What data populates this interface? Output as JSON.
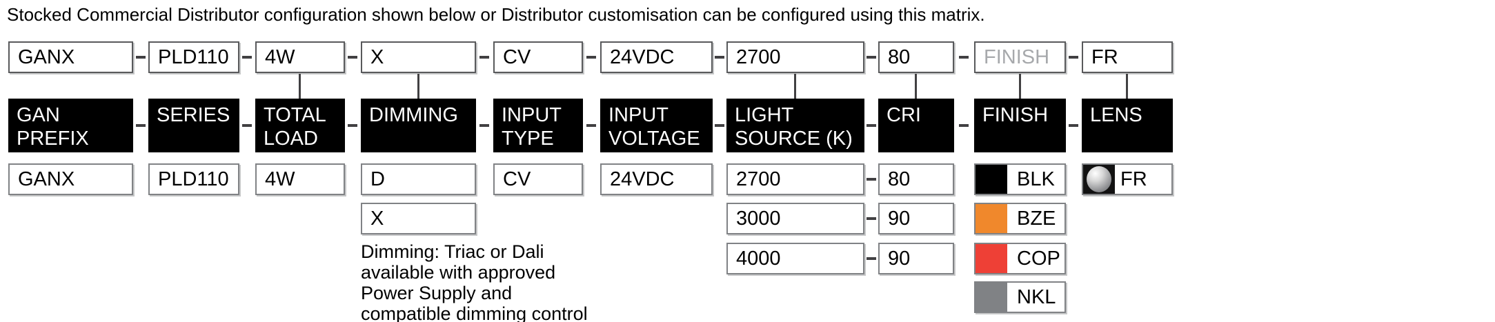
{
  "title": "Stocked Commercial Distributor configuration shown below or Distributor customisation can be configured using this matrix.",
  "config_row": {
    "gan_prefix": "GANX",
    "series": "PLD110",
    "total_load": "4W",
    "dimming": "X",
    "input_type": "CV",
    "input_voltage": "24VDC",
    "light_source": "2700",
    "cri": "80",
    "finish": "FINISH",
    "lens": "FR"
  },
  "headers": {
    "gan_prefix": "GAN PREFIX",
    "series": "SERIES",
    "total_load": "TOTAL LOAD",
    "dimming": "DIMMING",
    "input_type": "INPUT TYPE",
    "input_voltage": "INPUT VOLTAGE",
    "light_source": "LIGHT SOURCE (K)",
    "cri": "CRI",
    "finish": "FINISH",
    "lens": "LENS"
  },
  "options": {
    "gan_prefix": [
      "GANX"
    ],
    "series": [
      "PLD110"
    ],
    "total_load": [
      "4W"
    ],
    "dimming": [
      "D",
      "X"
    ],
    "dimming_note_lines": [
      "Dimming: Triac or Dali",
      "available with approved",
      "Power Supply and",
      "compatible dimming control"
    ],
    "input_type": [
      "CV"
    ],
    "input_voltage": [
      "24VDC"
    ],
    "light_source_cri_pairs": [
      {
        "kelvin": "2700",
        "cri": "80"
      },
      {
        "kelvin": "3000",
        "cri": "90"
      },
      {
        "kelvin": "4000",
        "cri": "90"
      }
    ],
    "finish": [
      {
        "code": "BLK",
        "name": "black",
        "color": "#000000"
      },
      {
        "code": "BZE",
        "name": "bronze",
        "color": "#F0882C"
      },
      {
        "code": "COP",
        "name": "copper",
        "color": "#EE4036"
      },
      {
        "code": "NKL",
        "name": "nickel",
        "color": "#808285"
      }
    ],
    "lens": [
      {
        "code": "FR",
        "name": "frosted"
      }
    ]
  }
}
